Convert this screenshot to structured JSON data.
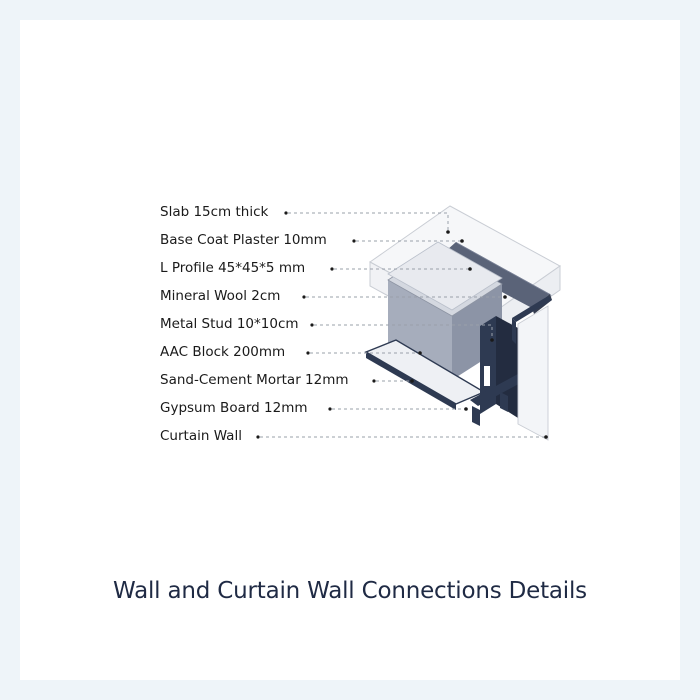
{
  "diagram": {
    "labels": [
      "Slab 15cm thick",
      "Base Coat Plaster 10mm",
      "L Profile 45*45*5 mm",
      "Mineral Wool 2cm",
      "Metal Stud 10*10cm",
      "AAC Block 200mm",
      "Sand-Cement Mortar 12mm",
      "Gypsum Board 12mm",
      "Curtain Wall"
    ]
  },
  "caption": "Wall and Curtain Wall Connections Details",
  "colors": {
    "background": "#eef4f9",
    "card": "#ffffff",
    "dark_steel": "#2e3a52",
    "block_gray": "#a6adbc",
    "leader": "#9aa0aa",
    "text": "#1a1a1a",
    "caption": "#1f2a44"
  }
}
